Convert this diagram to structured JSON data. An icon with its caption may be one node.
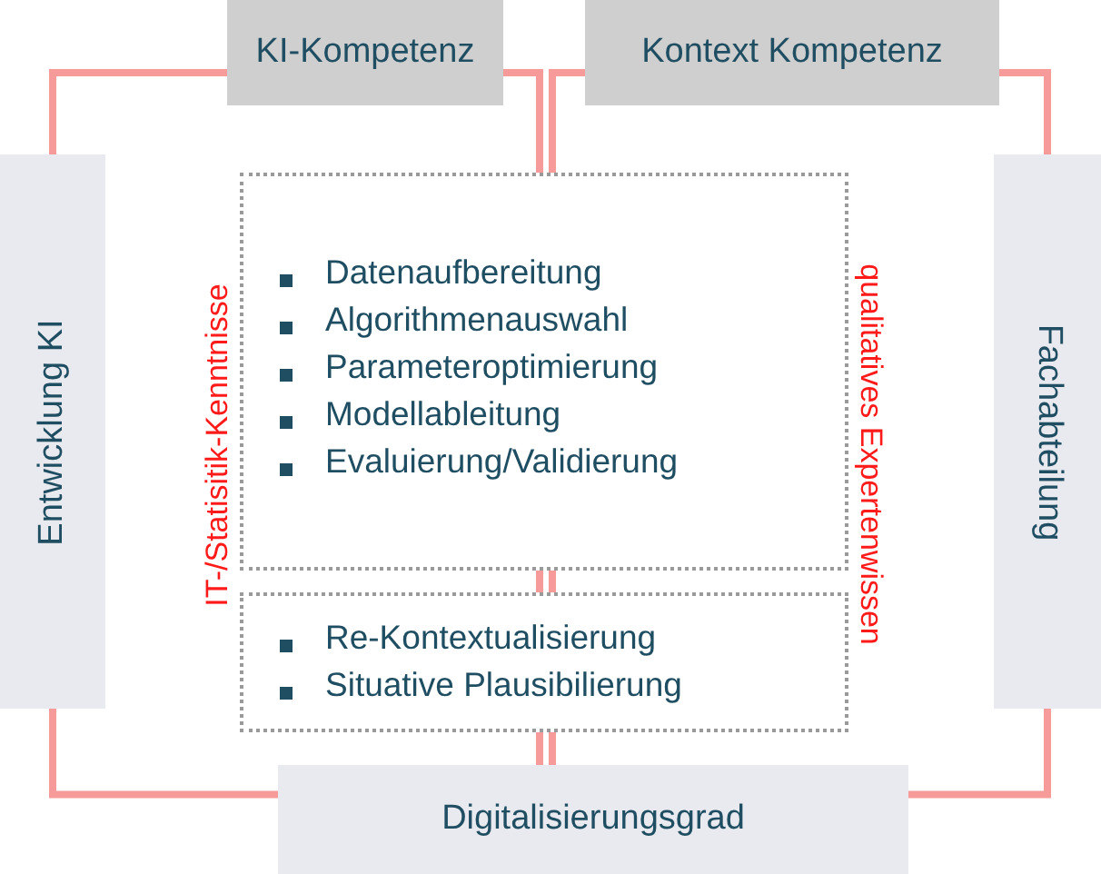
{
  "diagram": {
    "nodes": [
      {
        "text": [
          "KI-Kompetenz"
        ]
      },
      {
        "text": [
          "Kontext Kompetenz"
        ]
      },
      {
        "text": [
          "Entwicklung KI"
        ]
      },
      {
        "text": [
          "Fachabteilung"
        ]
      },
      {
        "text": [
          "Datenaufbereitung",
          "Algorithmenauswahl",
          "Parameteroptimierung",
          "Modellableitung",
          "Evaluierung/Validierung"
        ]
      },
      {
        "text": [
          "Re-Kontextualisierung",
          "Situative Plausibilierung"
        ]
      },
      {
        "text": [
          "Digitalisierungsgrad"
        ]
      }
    ],
    "edges": [
      {
        "from": 0,
        "to": 2,
        "arrow": "none"
      },
      {
        "from": 0,
        "to": 4,
        "arrow": "none"
      },
      {
        "from": 1,
        "to": 4,
        "arrow": "none"
      },
      {
        "from": 1,
        "to": 3,
        "arrow": "none"
      },
      {
        "from": 4,
        "to": 5,
        "arrow": "none"
      },
      {
        "from": 4,
        "to": 5,
        "arrow": "none"
      },
      {
        "from": 5,
        "to": 6,
        "arrow": "none"
      },
      {
        "from": 5,
        "to": 6,
        "arrow": "none"
      },
      {
        "from": 2,
        "to": 6,
        "arrow": "none"
      },
      {
        "from": 3,
        "to": 6,
        "arrow": "none"
      }
    ],
    "labels": [
      "IT-/Statisitik-Kenntnisse",
      "qualitatives Expertenwissen"
    ]
  }
}
